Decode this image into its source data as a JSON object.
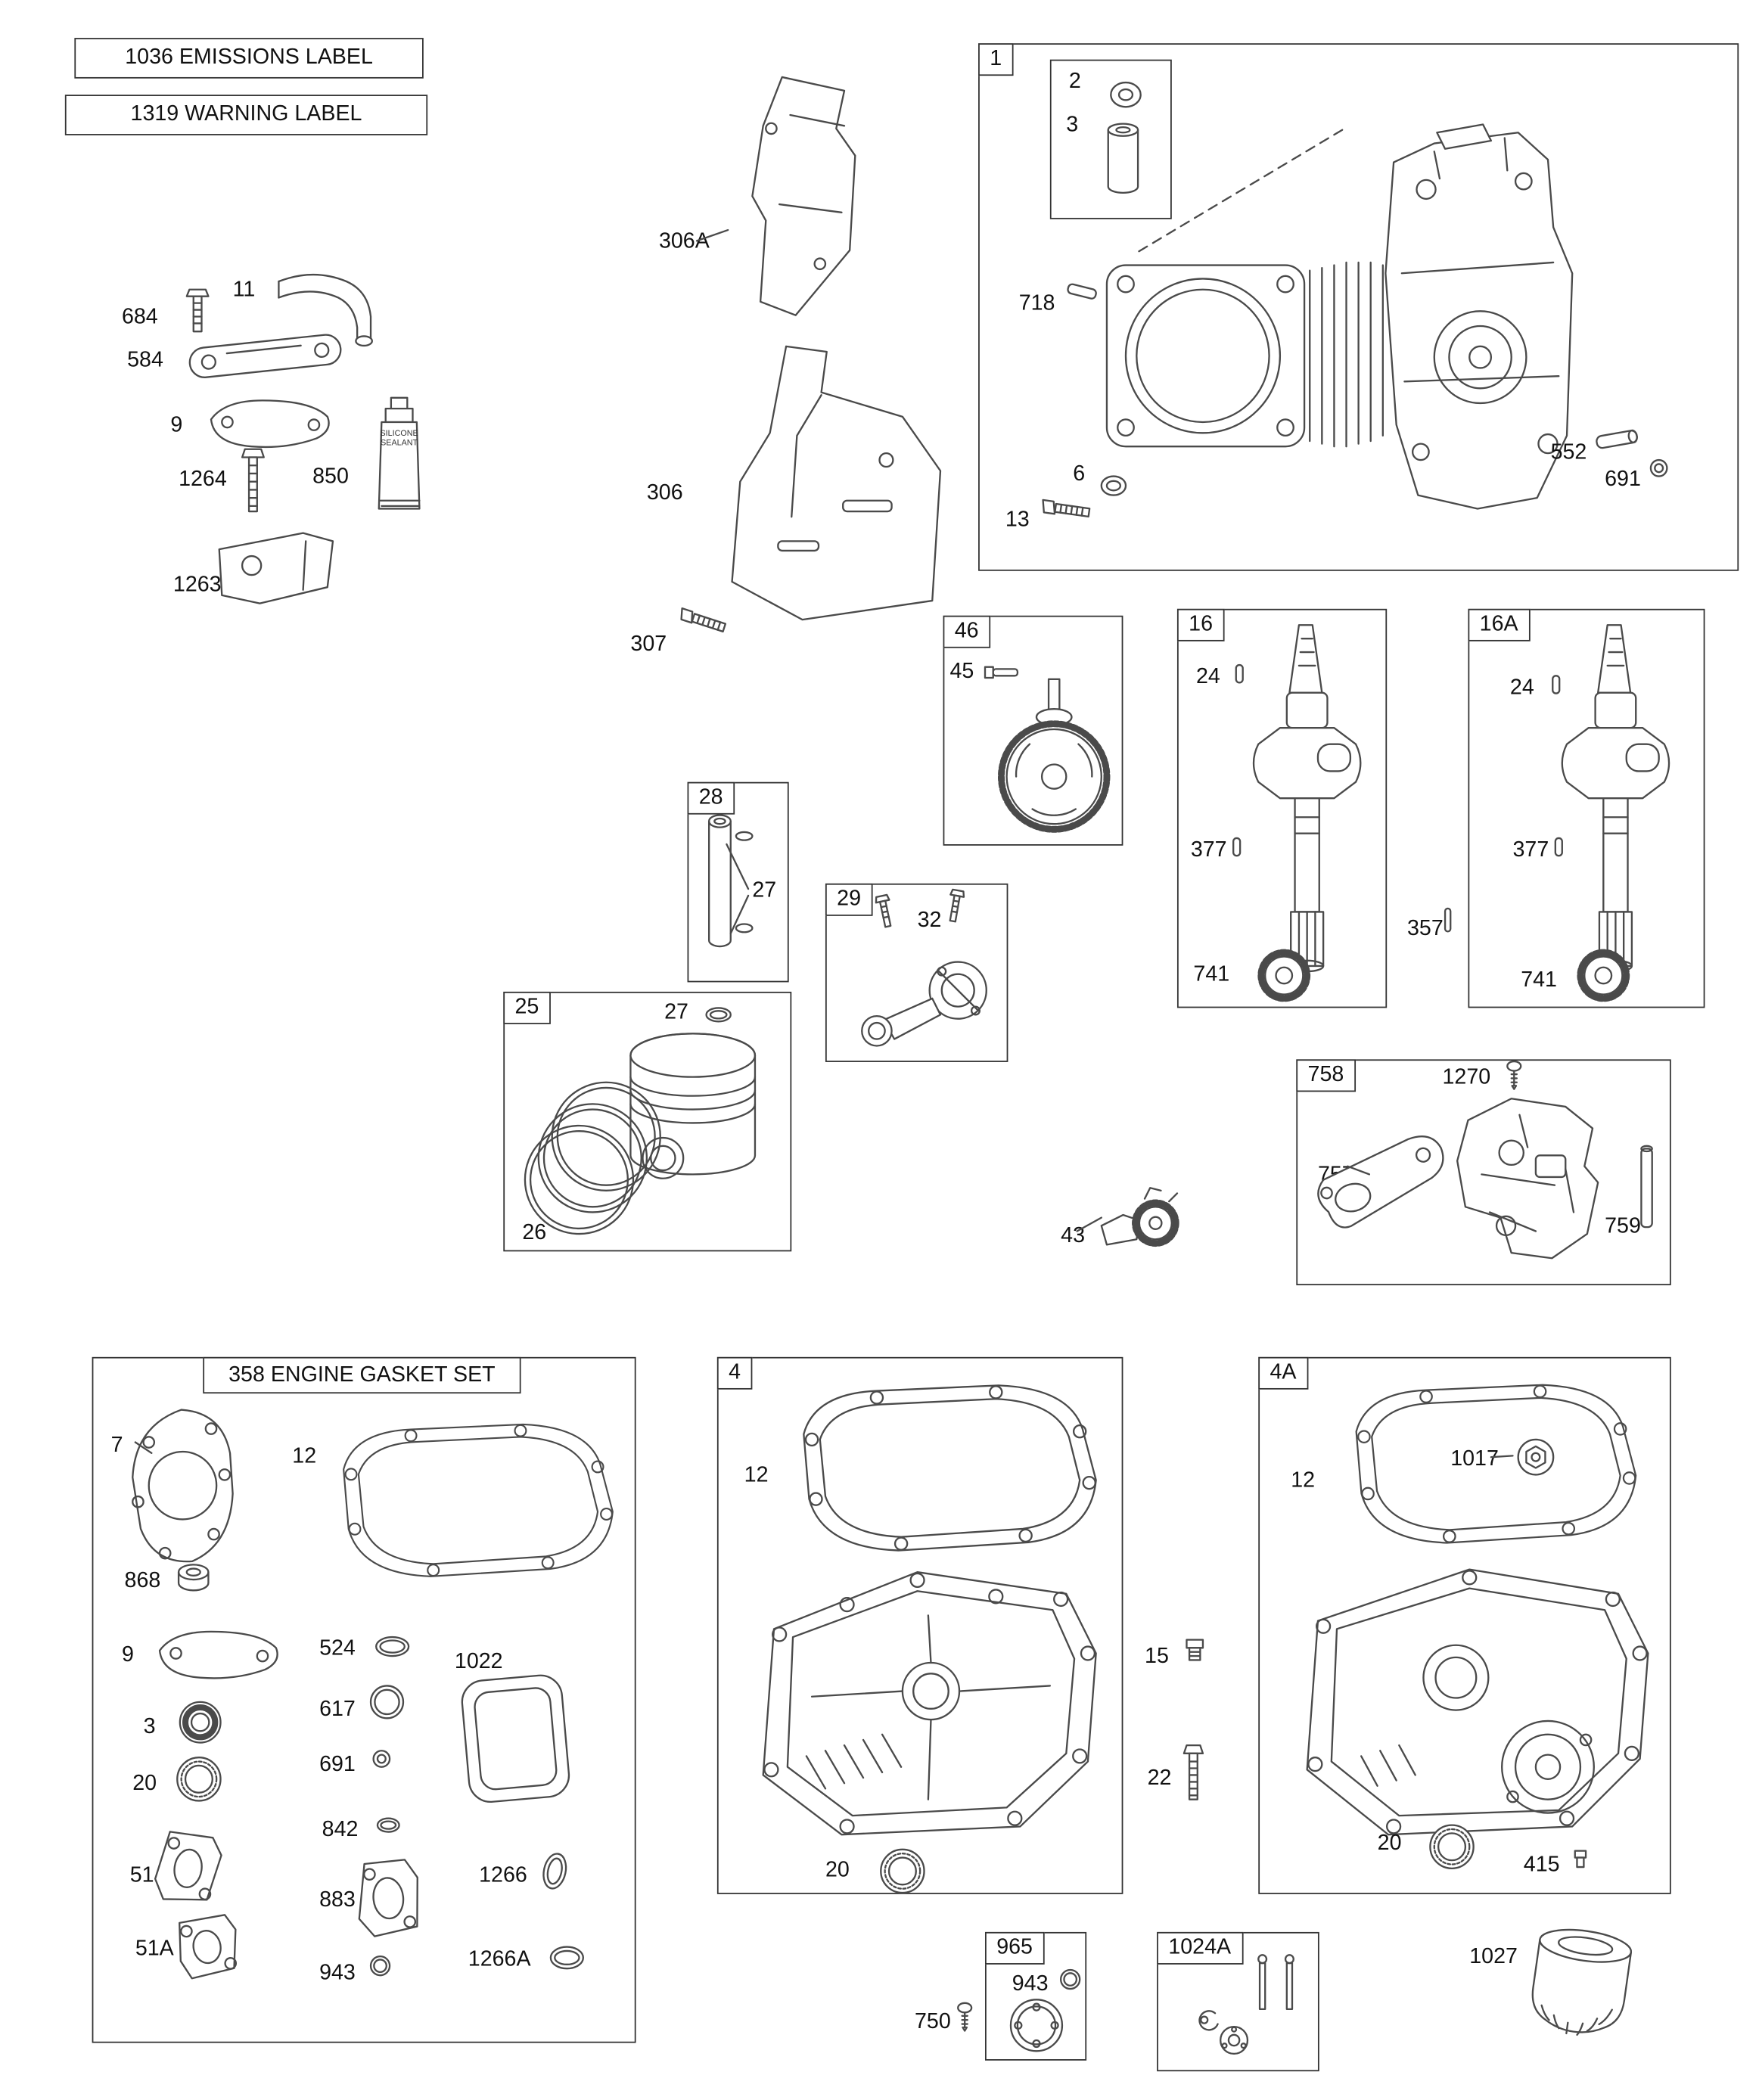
{
  "header": {
    "emissions_label": "1036 EMISSIONS LABEL",
    "warning_label": "1319 WARNING LABEL"
  },
  "boxes": {
    "b1": "1",
    "b2": "2",
    "b46": "46",
    "b16": "16",
    "b16a": "16A",
    "b28": "28",
    "b29": "29",
    "b25": "25",
    "b758": "758",
    "b358_title": "358 ENGINE GASKET SET",
    "b4": "4",
    "b4a": "4A",
    "b965": "965",
    "b1024a": "1024A"
  },
  "callouts": {
    "c684": "684",
    "c11": "11",
    "c584": "584",
    "c9_left": "9",
    "c1264": "1264",
    "c850": "850",
    "c1263": "1263",
    "c306a": "306A",
    "c306": "306",
    "c307": "307",
    "c3_box2": "3",
    "c718": "718",
    "c6": "6",
    "c13": "13",
    "c552": "552",
    "c691_box1": "691",
    "c45": "45",
    "c24_16": "24",
    "c377_16": "377",
    "c741_16": "741",
    "c357": "357",
    "c24_16a": "24",
    "c377_16a": "377",
    "c741_16a": "741",
    "c27_28": "27",
    "c32": "32",
    "c27_25": "27",
    "c26": "26",
    "c1270": "1270",
    "c757": "757",
    "c759": "759",
    "c43": "43",
    "c7": "7",
    "c12_358": "12",
    "c868": "868",
    "c9_358": "9",
    "c524": "524",
    "c1022": "1022",
    "c617": "617",
    "c3_358": "3",
    "c691_358": "691",
    "c20_358": "20",
    "c842": "842",
    "c51": "51",
    "c883": "883",
    "c1266": "1266",
    "c51a": "51A",
    "c943_358": "943",
    "c1266a": "1266A",
    "c12_4": "12",
    "c20_4": "20",
    "c15": "15",
    "c22": "22",
    "c12_4a": "12",
    "c1017": "1017",
    "c20_4a": "20",
    "c415": "415",
    "c943_965": "943",
    "c750": "750",
    "c1027": "1027"
  },
  "misc": {
    "sealant_line1": "SILICONE",
    "sealant_line2": "SEALANT"
  }
}
